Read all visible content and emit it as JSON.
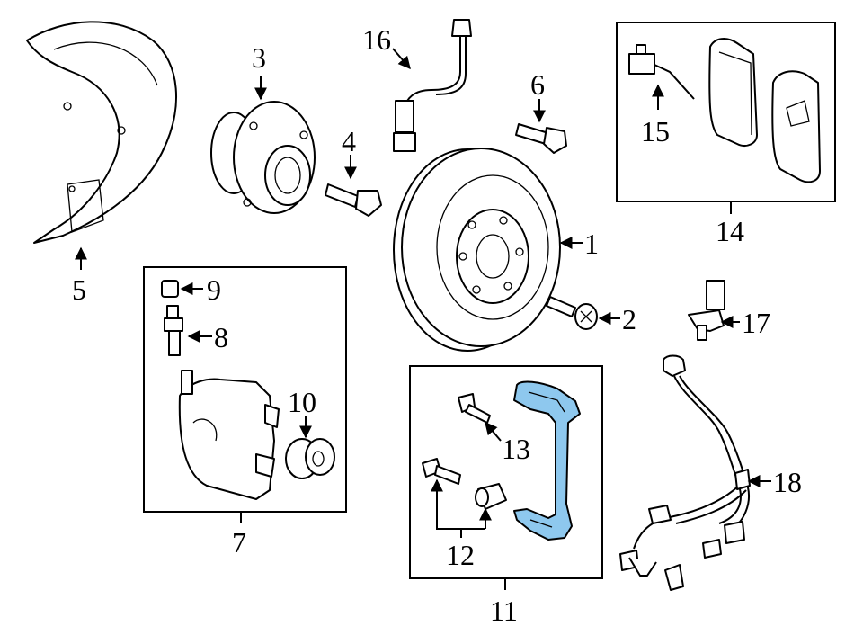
{
  "diagram": {
    "highlight_color": "#8ec8ee",
    "callouts": {
      "c1": "1",
      "c2": "2",
      "c3": "3",
      "c4": "4",
      "c5": "5",
      "c6": "6",
      "c7": "7",
      "c8": "8",
      "c9": "9",
      "c10": "10",
      "c11": "11",
      "c12": "12",
      "c13": "13",
      "c14": "14",
      "c15": "15",
      "c16": "16",
      "c17": "17",
      "c18": "18"
    }
  }
}
